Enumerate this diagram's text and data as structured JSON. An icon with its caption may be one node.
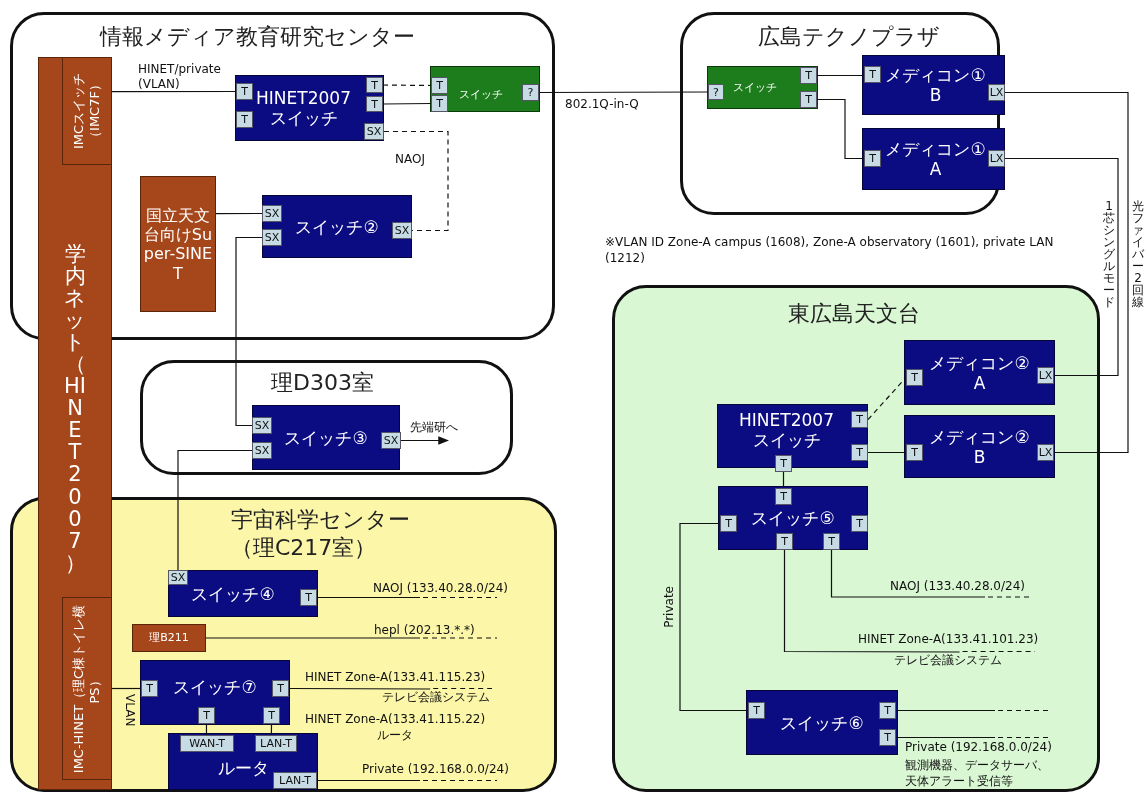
{
  "diagram": {
    "nodes": [
      {
        "text": [
          "情報メディア教育研究センター"
        ]
      },
      {
        "text": [
          "学内ネット（HINET2007）"
        ]
      },
      {
        "text": [
          "IMCスイッチ（IMC7F）"
        ]
      },
      {
        "text": [
          "HINET2007 スイッチ"
        ],
        "in": 0
      },
      {
        "text": [
          "T"
        ],
        "in": 3
      },
      {
        "text": [
          "T"
        ],
        "in": 3
      },
      {
        "text": [
          "T"
        ],
        "in": 3
      },
      {
        "text": [
          "T"
        ],
        "in": 3
      },
      {
        "text": [
          "SX"
        ],
        "in": 3
      },
      {
        "text": [
          "スイッチ"
        ],
        "in": 0
      },
      {
        "text": [
          "T"
        ],
        "in": 9
      },
      {
        "text": [
          "T"
        ],
        "in": 9
      },
      {
        "text": [
          "?"
        ],
        "in": 9
      },
      {
        "text": [
          "国立天文台向けSuper-SINET"
        ],
        "in": 0
      },
      {
        "text": [
          "スイッチ②"
        ],
        "in": 0
      },
      {
        "text": [
          "SX"
        ],
        "in": 14
      },
      {
        "text": [
          "SX"
        ],
        "in": 14
      },
      {
        "text": [
          "SX"
        ],
        "in": 14
      },
      {
        "text": [
          "広島テクノプラザ"
        ]
      },
      {
        "text": [
          "スイッチ"
        ],
        "in": 18
      },
      {
        "text": [
          "?"
        ],
        "in": 19
      },
      {
        "text": [
          "T"
        ],
        "in": 19
      },
      {
        "text": [
          "T"
        ],
        "in": 19
      },
      {
        "text": [
          "メディコン① B"
        ],
        "in": 18
      },
      {
        "text": [
          "T"
        ],
        "in": 23
      },
      {
        "text": [
          "LX"
        ],
        "in": 23
      },
      {
        "text": [
          "メディコン① A"
        ],
        "in": 18
      },
      {
        "text": [
          "T"
        ],
        "in": 26
      },
      {
        "text": [
          "LX"
        ],
        "in": 26
      },
      {
        "text": [
          "理D303室"
        ]
      },
      {
        "text": [
          "スイッチ③"
        ],
        "in": 29
      },
      {
        "text": [
          "SX"
        ],
        "in": 30
      },
      {
        "text": [
          "SX"
        ],
        "in": 30
      },
      {
        "text": [
          "SX"
        ],
        "in": 30
      },
      {
        "text": [
          "宇宙科学センター（理C217室）"
        ]
      },
      {
        "text": [
          "スイッチ④"
        ],
        "in": 34
      },
      {
        "text": [
          "SX"
        ],
        "in": 35
      },
      {
        "text": [
          "T"
        ],
        "in": 35
      },
      {
        "text": [
          "理B211"
        ],
        "in": 34
      },
      {
        "text": [
          "IMC-HINET（理C棟トイレ横PS）"
        ]
      },
      {
        "text": [
          "スイッチ⑦"
        ],
        "in": 34
      },
      {
        "text": [
          "T"
        ],
        "in": 40
      },
      {
        "text": [
          "T"
        ],
        "in": 40
      },
      {
        "text": [
          "T"
        ],
        "in": 40
      },
      {
        "text": [
          "T"
        ],
        "in": 40
      },
      {
        "text": [
          "ルータ"
        ],
        "in": 34
      },
      {
        "text": [
          "WAN-T"
        ],
        "in": 45
      },
      {
        "text": [
          "LAN-T"
        ],
        "in": 45
      },
      {
        "text": [
          "LAN-T"
        ],
        "in": 45
      },
      {
        "text": [
          "東広島天文台"
        ]
      },
      {
        "text": [
          "メディコン② A"
        ],
        "in": 49
      },
      {
        "text": [
          "T"
        ],
        "in": 50
      },
      {
        "text": [
          "LX"
        ],
        "in": 50
      },
      {
        "text": [
          "HINET2007 スイッチ"
        ],
        "in": 49
      },
      {
        "text": [
          "T"
        ],
        "in": 53
      },
      {
        "text": [
          "T"
        ],
        "in": 53
      },
      {
        "text": [
          "T"
        ],
        "in": 53
      },
      {
        "text": [
          "メディコン② B"
        ],
        "in": 49
      },
      {
        "text": [
          "T"
        ],
        "in": 57
      },
      {
        "text": [
          "LX"
        ],
        "in": 57
      },
      {
        "text": [
          "スイッチ⑤"
        ],
        "in": 49
      },
      {
        "text": [
          "T"
        ],
        "in": 60
      },
      {
        "text": [
          "T"
        ],
        "in": 60
      },
      {
        "text": [
          "T"
        ],
        "in": 60
      },
      {
        "text": [
          "T"
        ],
        "in": 60
      },
      {
        "text": [
          "T"
        ],
        "in": 60
      },
      {
        "text": [
          "スイッチ⑥"
        ],
        "in": 49
      },
      {
        "text": [
          "T"
        ],
        "in": 66
      },
      {
        "text": [
          "T"
        ],
        "in": 66
      },
      {
        "text": [
          "T"
        ],
        "in": 66
      },
      {
        "text": [
          "テレビ会議システム"
        ],
        "in": 34
      },
      {
        "text": [
          "テレビ会議システム"
        ],
        "in": 49
      }
    ],
    "edges": [
      {
        "from": 2,
        "to": 4,
        "arrow": "none",
        "label": "HINET/private (VLAN)"
      },
      {
        "from": 6,
        "to": 10,
        "arrow": "none",
        "style": "dashed"
      },
      {
        "from": 7,
        "to": 11,
        "arrow": "none"
      },
      {
        "from": 8,
        "to": 17,
        "arrow": "none",
        "style": "dashed",
        "label": "NAOJ"
      },
      {
        "from": 12,
        "to": 20,
        "arrow": "none",
        "label": "802.1Q-in-Q"
      },
      {
        "from": 21,
        "to": 24,
        "arrow": "none"
      },
      {
        "from": 22,
        "to": 27,
        "arrow": "none"
      },
      {
        "from": 25,
        "to": 59,
        "arrow": "none"
      },
      {
        "from": 28,
        "to": 52,
        "arrow": "none"
      },
      {
        "from": 13,
        "to": 15,
        "arrow": "none"
      },
      {
        "from": 16,
        "to": 31,
        "arrow": "none"
      },
      {
        "from": 32,
        "to": 36,
        "arrow": "none"
      },
      {
        "from": 33,
        "to": null,
        "arrow": "to",
        "label": "先端研へ"
      },
      {
        "from": 37,
        "to": null,
        "arrow": "none",
        "label": "NAOJ (133.40.28.0/24)"
      },
      {
        "from": 38,
        "to": null,
        "arrow": "none",
        "label": "hepl (202.13.*.*)"
      },
      {
        "from": 39,
        "to": 41,
        "arrow": "none",
        "label": "VLAN"
      },
      {
        "from": 42,
        "to": 70,
        "arrow": "none",
        "label": "HINET Zone-A(133.41.115.23)"
      },
      {
        "from": 43,
        "to": 46,
        "arrow": "none"
      },
      {
        "from": 44,
        "to": 47,
        "arrow": "none"
      },
      {
        "from": 48,
        "to": null,
        "arrow": "none",
        "label": "Private (192.168.0.0/24)"
      },
      {
        "from": 54,
        "to": 51,
        "arrow": "none",
        "style": "dashed"
      },
      {
        "from": 55,
        "to": 58,
        "arrow": "none"
      },
      {
        "from": 56,
        "to": 61,
        "arrow": "none"
      },
      {
        "from": 65,
        "to": null,
        "arrow": "none",
        "label": "NAOJ (133.40.28.0/24)"
      },
      {
        "from": 64,
        "to": 71,
        "arrow": "none",
        "label": "HINET Zone-A(133.41.101.23)"
      },
      {
        "from": 62,
        "to": 67,
        "arrow": "none",
        "label": "Private"
      },
      {
        "from": 68,
        "to": null,
        "arrow": "none"
      },
      {
        "from": 69,
        "to": null,
        "arrow": "none",
        "label": "Private (192.168.0.0/24)"
      }
    ],
    "labels": [
      "※VLAN ID Zone-A campus (1608), Zone-A observatory (1601), private LAN (1212)",
      "1芯シングルモード",
      "光ファイバー2回線",
      "HINET Zone-A(133.41.115.22) ルータ",
      "観測機器、データサーバ、天体アラート受信等"
    ]
  }
}
